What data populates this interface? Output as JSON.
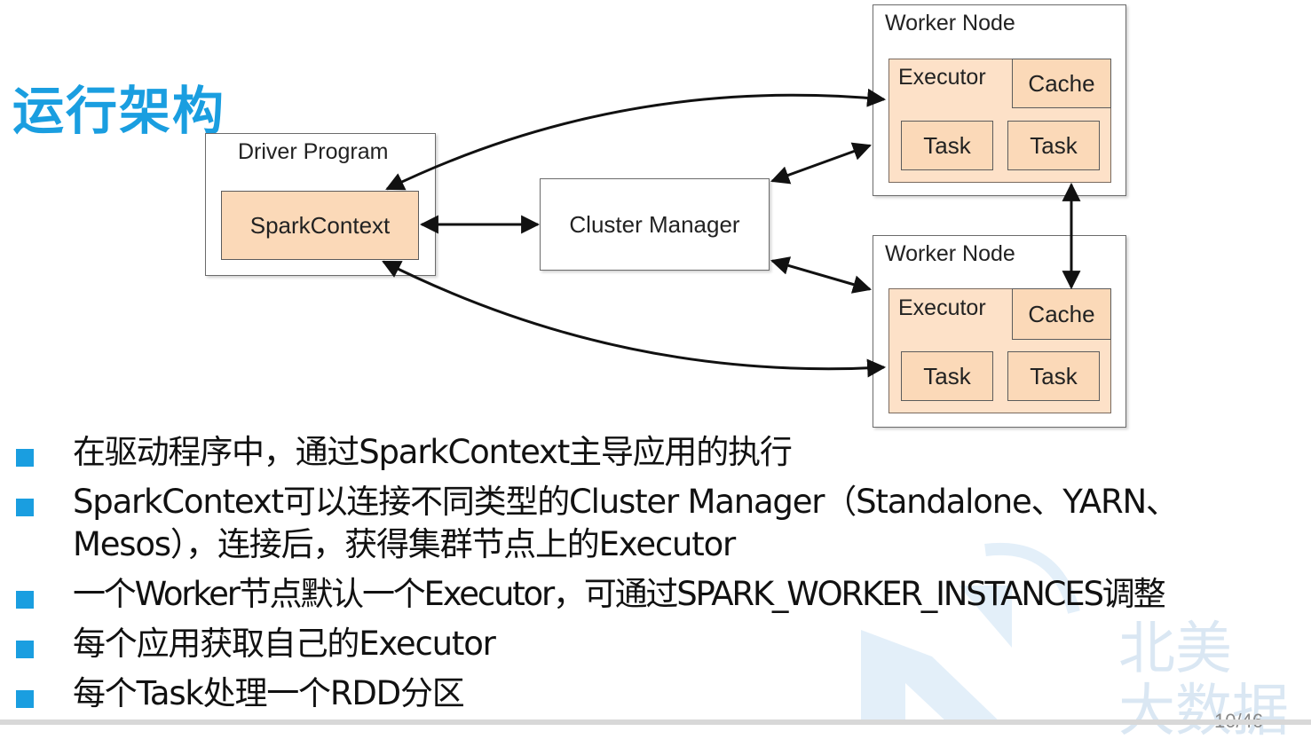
{
  "slide": {
    "top_clipped_text": "",
    "title": "运行架构",
    "page_number": "10/46"
  },
  "diagram": {
    "driver": {
      "title": "Driver Program",
      "spark_context": "SparkContext"
    },
    "cluster_manager": "Cluster Manager",
    "worker_nodes": [
      {
        "title": "Worker Node",
        "executor": "Executor",
        "cache": "Cache",
        "tasks": [
          "Task",
          "Task"
        ]
      },
      {
        "title": "Worker Node",
        "executor": "Executor",
        "cache": "Cache",
        "tasks": [
          "Task",
          "Task"
        ]
      }
    ]
  },
  "bullets": [
    "在驱动程序中，通过SparkContext主导应用的执行",
    "SparkContext可以连接不同类型的Cluster Manager（Standalone、YARN、Mesos），连接后，获得集群节点上的Executor",
    "一个Worker节点默认一个Executor，可通过SPARK_WORKER_INSTANCES调整",
    "每个应用获取自己的Executor",
    "每个Task处理一个RDD分区"
  ],
  "watermark": {
    "line1": "北美",
    "line2": "大数据"
  },
  "colors": {
    "accent": "#1a9ee0",
    "peach": "#fbd9b8",
    "executor_bg": "#fde1c8",
    "arrow": "#111111"
  }
}
